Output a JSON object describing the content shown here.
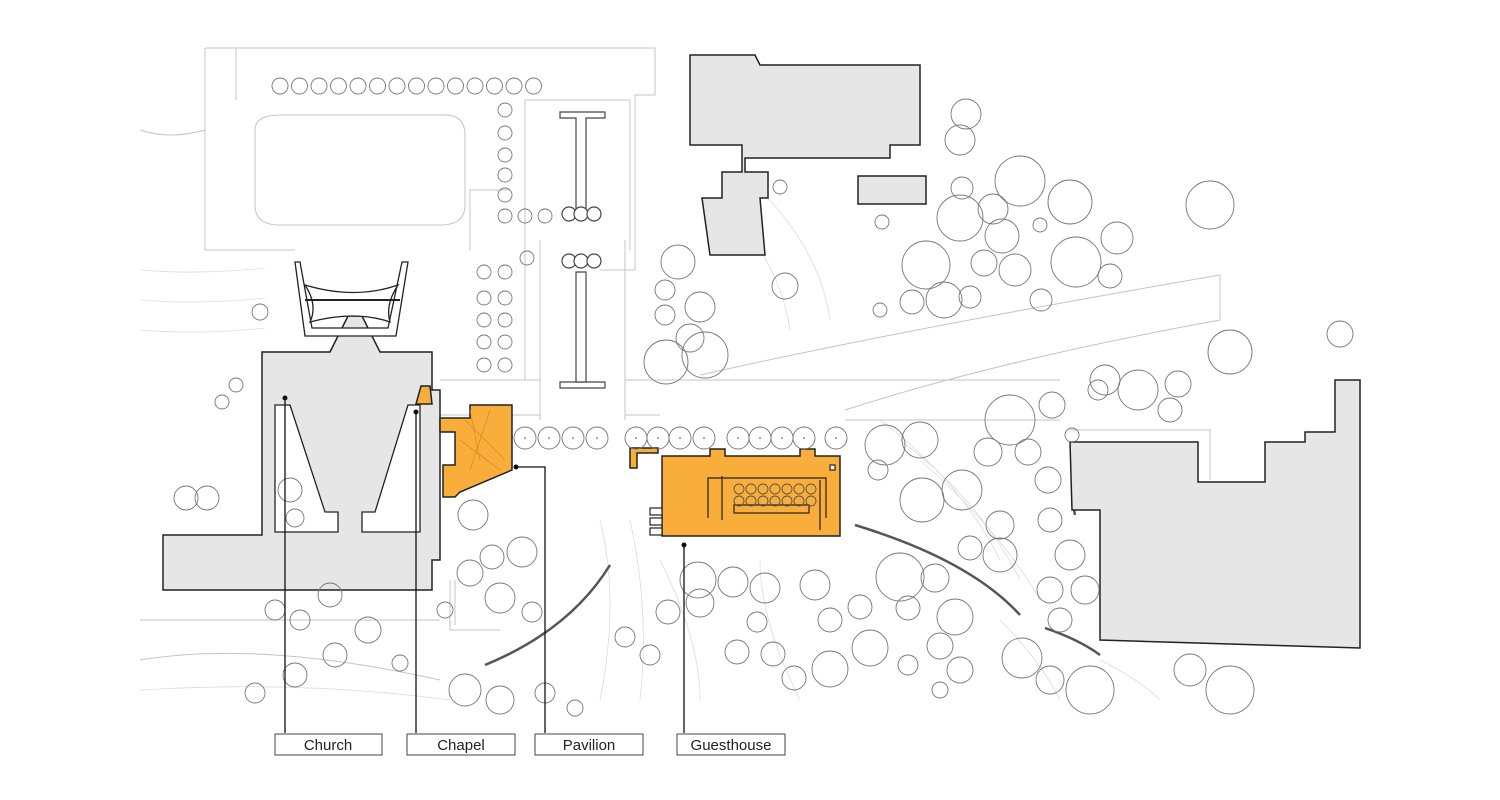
{
  "labels": {
    "church": "Church",
    "chapel": "Chapel",
    "pavilion": "Pavilion",
    "guesthouse": "Guesthouse"
  },
  "colors": {
    "highlight": "#F9AE3B",
    "building_fill": "#E6E6E6",
    "outline": "#222222",
    "site_line": "#BBBBBB",
    "tree_stroke": "#777777"
  }
}
